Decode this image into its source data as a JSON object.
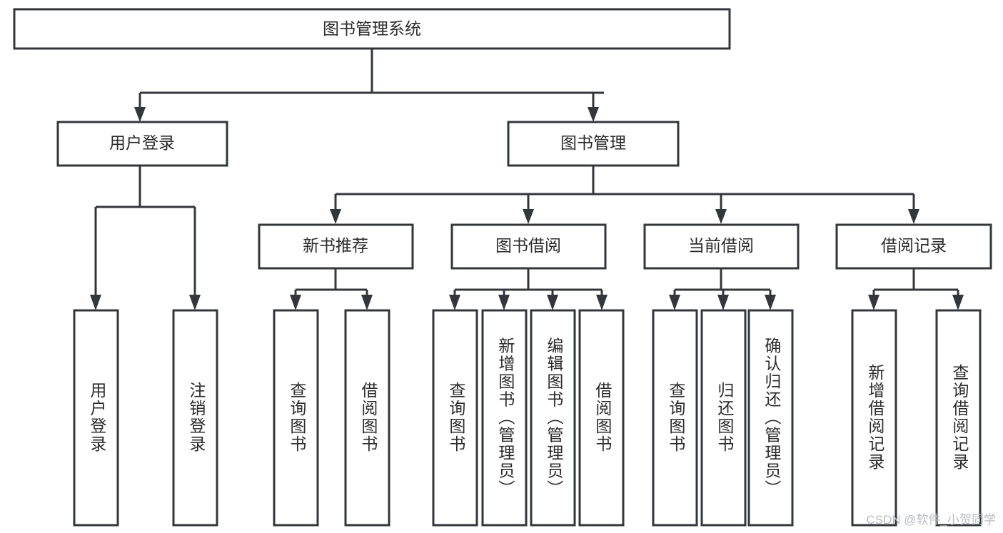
{
  "diagram": {
    "type": "tree-hierarchy",
    "title": "图书管理系统",
    "colors": {
      "stroke": "#33373b",
      "node_fill": "#ffffff",
      "text": "#2b2b2b",
      "background": "#ffffff",
      "watermark": "#b9bcc0"
    },
    "root": {
      "label": "图书管理系统"
    },
    "level2": [
      {
        "label": "用户登录"
      },
      {
        "label": "图书管理"
      }
    ],
    "level3": [
      {
        "label": "新书推荐"
      },
      {
        "label": "图书借阅"
      },
      {
        "label": "当前借阅"
      },
      {
        "label": "借阅记录"
      }
    ],
    "leaves": {
      "user_login": [
        {
          "label": "用户登录"
        },
        {
          "label": "注销登录"
        }
      ],
      "new_book_recommend": [
        {
          "label": "查询图书"
        },
        {
          "label": "借阅图书"
        }
      ],
      "book_borrow": [
        {
          "label": "查询图书"
        },
        {
          "label": "新增图书（管理员）"
        },
        {
          "label": "编辑图书（管理员）"
        },
        {
          "label": "借阅图书"
        }
      ],
      "current_borrow": [
        {
          "label": "查询图书"
        },
        {
          "label": "归还图书"
        },
        {
          "label": "确认归还（管理员）"
        }
      ],
      "borrow_record": [
        {
          "label": "新增借阅记录"
        },
        {
          "label": "查询借阅记录"
        }
      ]
    }
  },
  "watermark": {
    "text": "CSDN @软件_小贺同学"
  }
}
